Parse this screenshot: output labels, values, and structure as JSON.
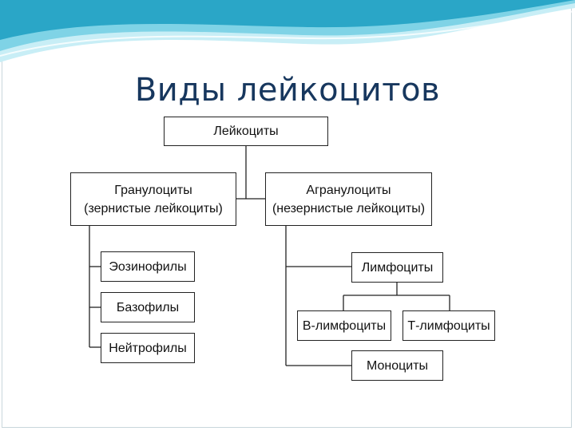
{
  "slide": {
    "title": "Виды лейкоцитов",
    "accent_color": "#17375e",
    "wave_colors": [
      "#2aa6c7",
      "#7fd3e6",
      "#c8eef6"
    ]
  },
  "diagram": {
    "root": "Лейкоциты",
    "granulocytes": {
      "name": "Гранулоциты",
      "subtitle": "(зернистые лейкоциты)"
    },
    "agranulocytes": {
      "name": "Агранулоциты",
      "subtitle": "(незернистые лейкоциты)"
    },
    "granulocyte_types": [
      "Эозинофилы",
      "Базофилы",
      "Нейтрофилы"
    ],
    "lymphocytes": "Лимфоциты",
    "b_lymphocytes": "В-лимфоциты",
    "t_lymphocytes": "Т-лимфоциты",
    "monocytes": "Моноциты"
  }
}
